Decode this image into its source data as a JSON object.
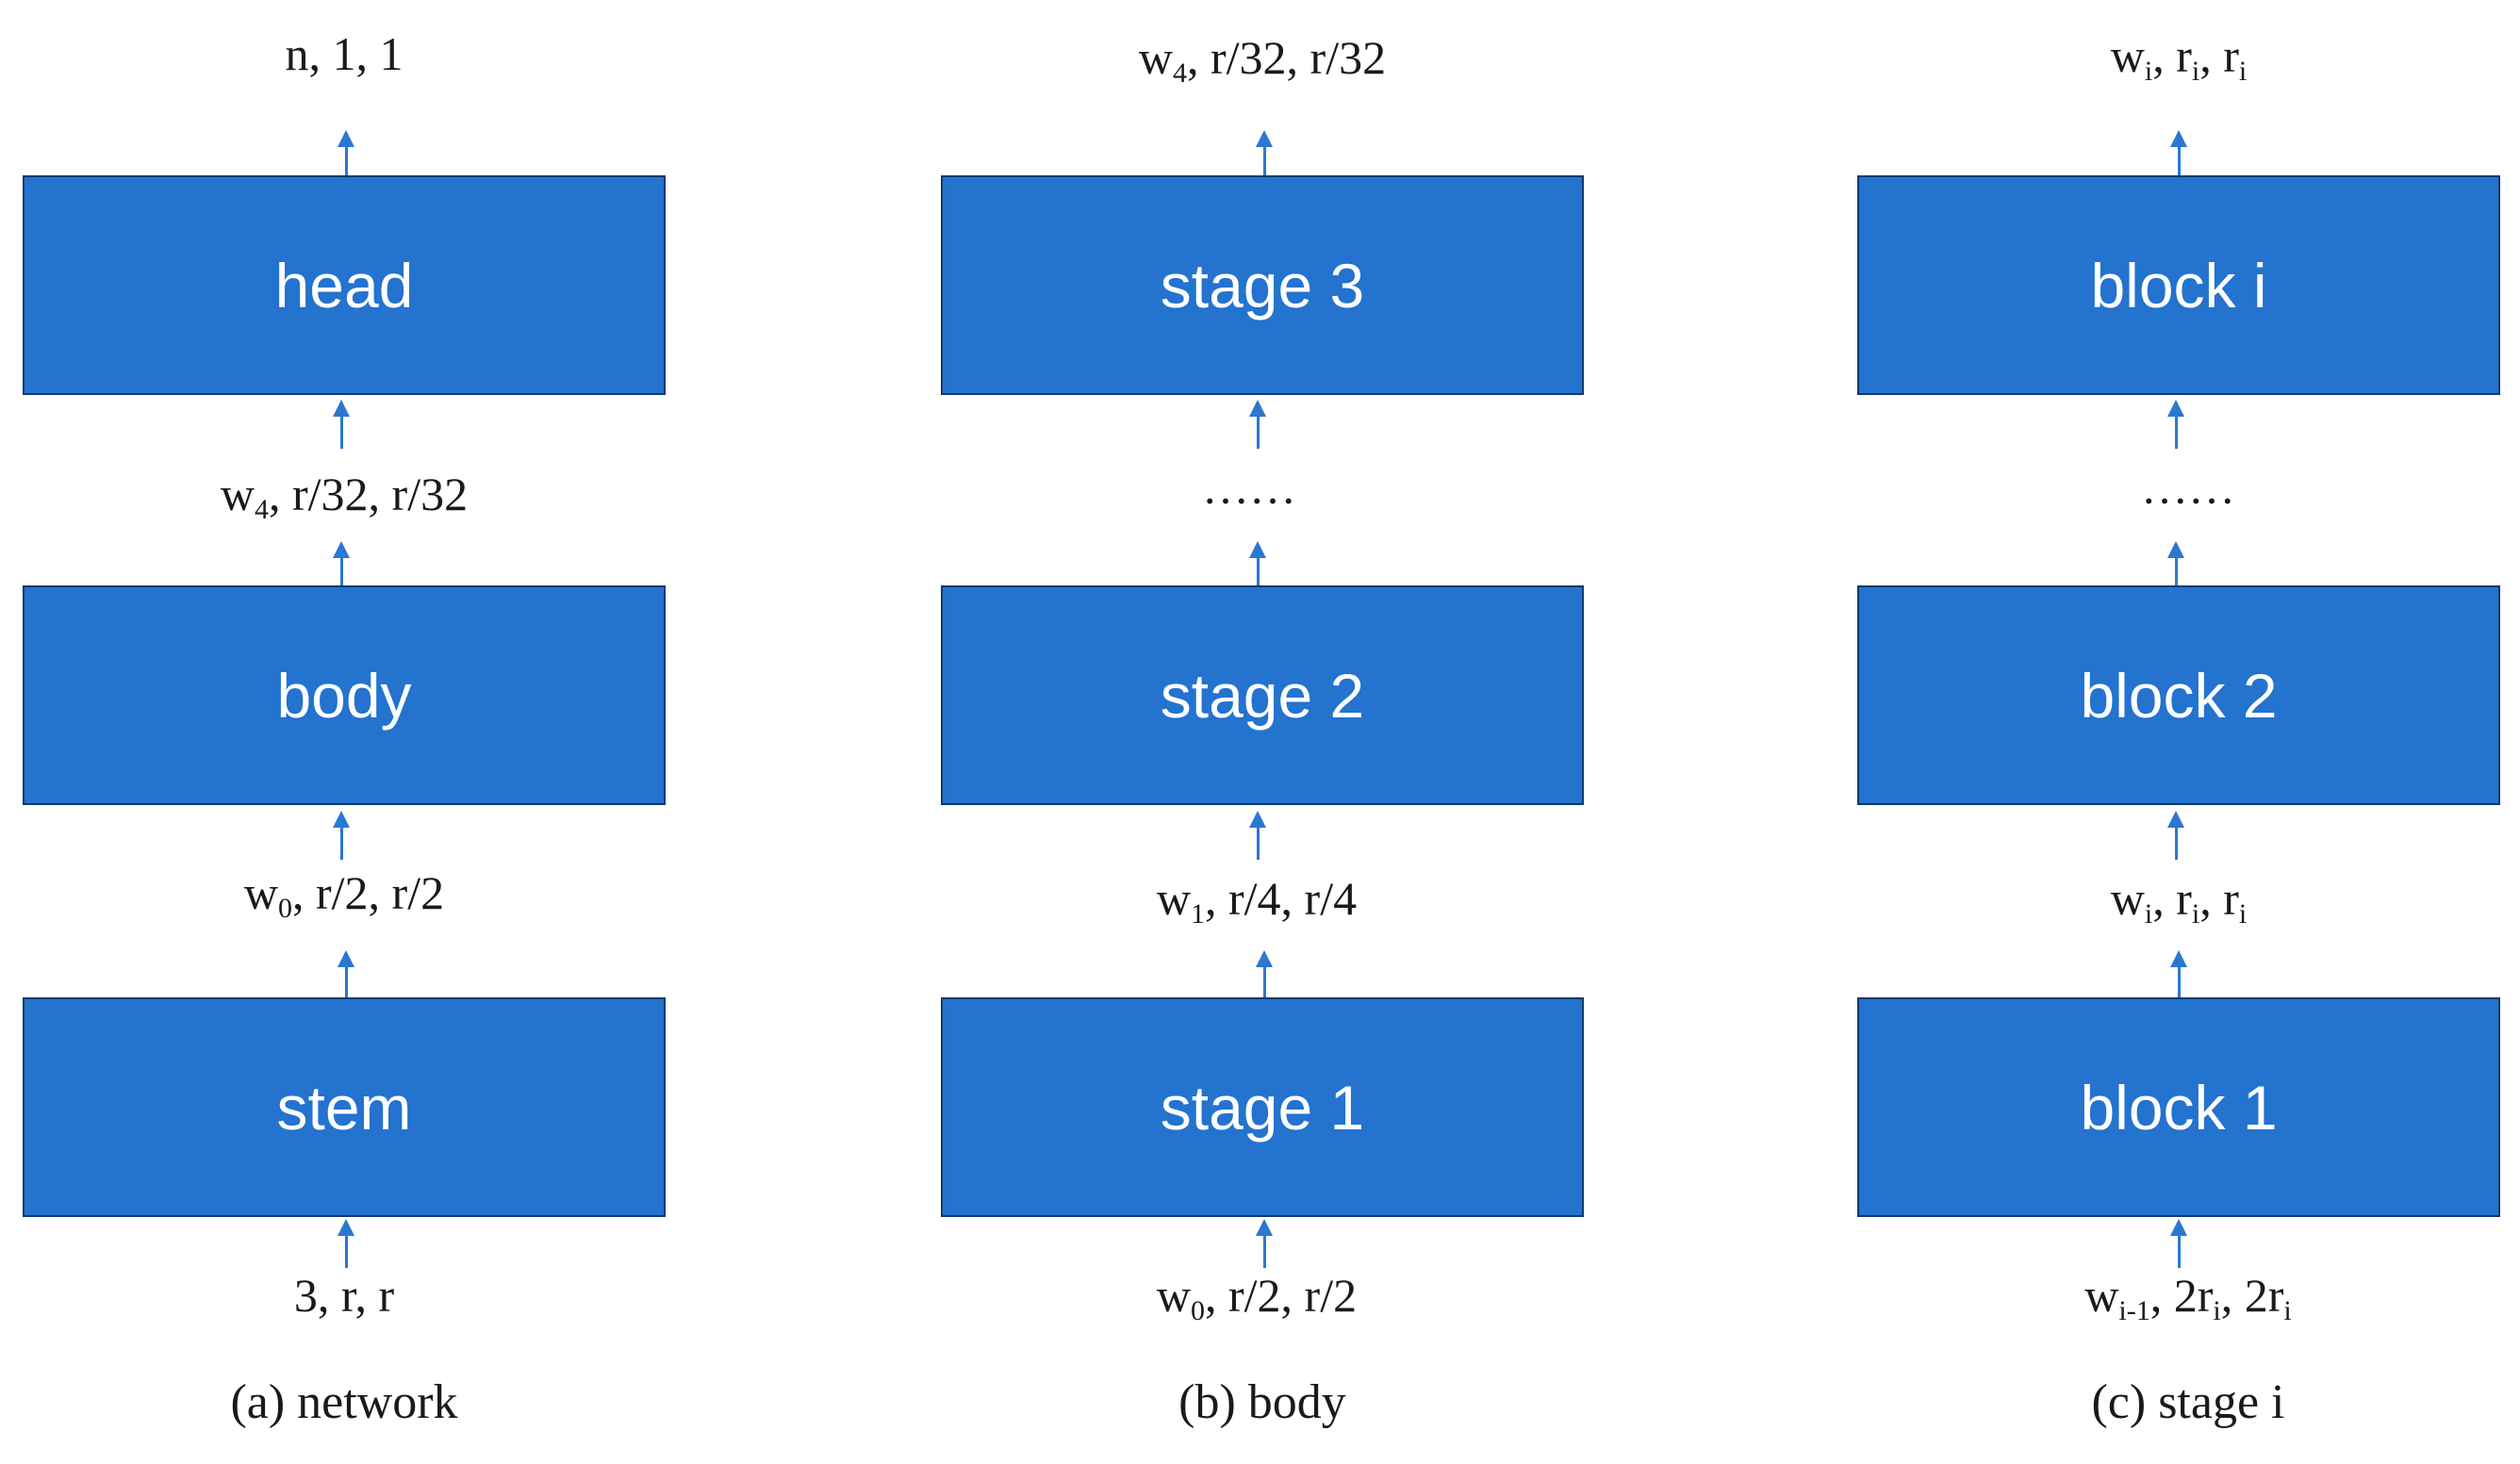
{
  "columns": [
    {
      "caption": "(a) network",
      "boxes": [
        "stem",
        "body",
        "head"
      ],
      "labels": {
        "input": {
          "base": "3, r, r",
          "parts": []
        },
        "mid1": {
          "parts": [
            [
              "w",
              "0"
            ],
            [
              ", r/2, r/2",
              ""
            ]
          ]
        },
        "mid2": {
          "parts": [
            [
              "w",
              "4"
            ],
            [
              ", r/32, r/32",
              ""
            ]
          ]
        },
        "output": {
          "parts": [
            [
              "n, 1, 1",
              ""
            ]
          ]
        }
      }
    },
    {
      "caption": "(b) body",
      "boxes": [
        "stage 1",
        "stage 2",
        "stage 3"
      ],
      "labels": {
        "input": {
          "parts": [
            [
              "w",
              "0"
            ],
            [
              ", r/2, r/2",
              ""
            ]
          ]
        },
        "mid1": {
          "parts": [
            [
              "w",
              "1"
            ],
            [
              ", r/4, r/4",
              ""
            ]
          ]
        },
        "mid2": {
          "parts": [
            [
              "……",
              ""
            ]
          ]
        },
        "output": {
          "parts": [
            [
              "w",
              "4"
            ],
            [
              ", r/32, r/32",
              ""
            ]
          ]
        }
      }
    },
    {
      "caption": "(c) stage i",
      "boxes": [
        "block 1",
        "block 2",
        "block i"
      ],
      "labels": {
        "input": {
          "parts": [
            [
              "w",
              "i-1"
            ],
            [
              ", 2r",
              "i"
            ],
            [
              ", 2r",
              "i"
            ]
          ]
        },
        "mid1": {
          "parts": [
            [
              "w",
              "i"
            ],
            [
              ", r",
              "i"
            ],
            [
              ", r",
              "i"
            ]
          ]
        },
        "mid2": {
          "parts": [
            [
              "……",
              ""
            ]
          ]
        },
        "output": {
          "parts": [
            [
              "w",
              "i"
            ],
            [
              ", r",
              "i"
            ],
            [
              ", r",
              "i"
            ]
          ]
        }
      }
    }
  ],
  "colors": {
    "box_fill": "#2373cf",
    "box_border": "#0f3a6e",
    "arrow": "#2a78d2"
  }
}
